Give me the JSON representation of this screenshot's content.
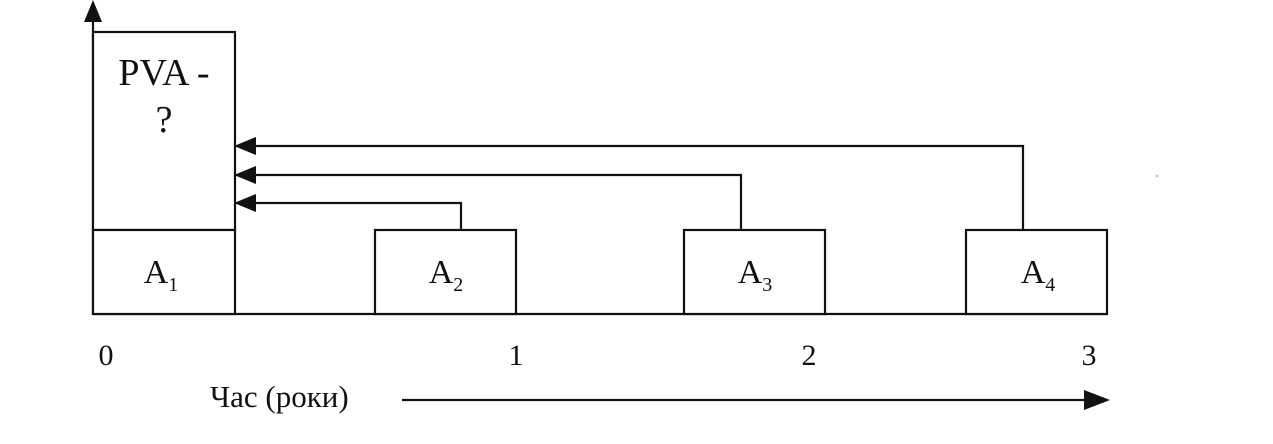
{
  "pva": {
    "line1": "PVA -",
    "line2": "?"
  },
  "annuities": [
    {
      "letter": "A",
      "sub": "1"
    },
    {
      "letter": "A",
      "sub": "2"
    },
    {
      "letter": "A",
      "sub": "3"
    },
    {
      "letter": "A",
      "sub": "4"
    }
  ],
  "timeline": {
    "ticks": [
      "0",
      "1",
      "2",
      "3"
    ],
    "label": "Час (роки)"
  }
}
